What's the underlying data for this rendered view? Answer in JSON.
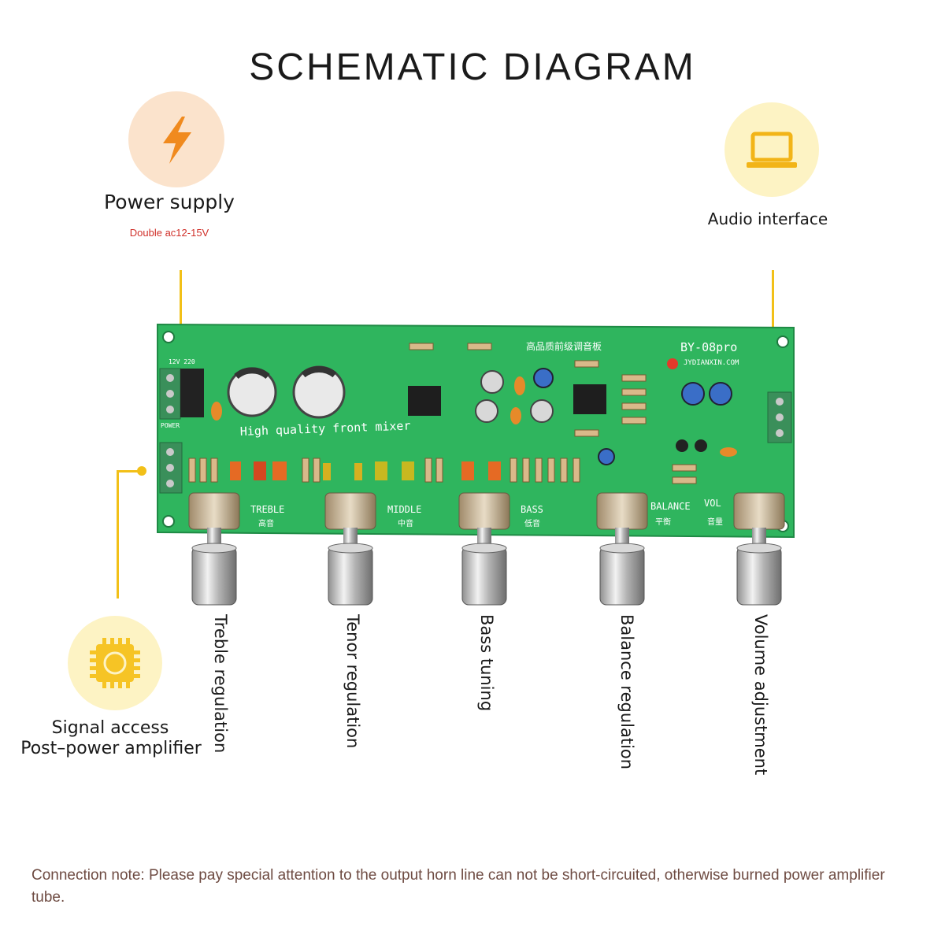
{
  "title": "SCHEMATIC DIAGRAM",
  "colors": {
    "accent_yellow": "#f2c018",
    "icon_orange": "#f08a1e",
    "peach_bg": "#fbe3cc",
    "yellow_bg": "#fdf3c4",
    "pcb_green": "#2fb55e",
    "note_color": "#6e4b42",
    "sub_red": "#d0302a"
  },
  "power": {
    "icon": "lightning-bolt-icon",
    "label": "Power supply",
    "sub": "Double ac12-15V"
  },
  "audio": {
    "icon": "laptop-icon",
    "label": "Audio interface"
  },
  "signal": {
    "icon": "chip-icon",
    "line1": "Signal access",
    "line2": "Post–power amplifier"
  },
  "board": {
    "model": "BY-08pro",
    "website": "JYDIANXIN.COM",
    "chinese_title": "高品质前级调音板",
    "slogan": "High quality front mixer",
    "power_mark": "POWER",
    "voltage_mark": "12V 220",
    "knob_marks": [
      {
        "en": "TREBLE",
        "cn": "高音"
      },
      {
        "en": "MIDDLE",
        "cn": "中音"
      },
      {
        "en": "BASS",
        "cn": "低音"
      },
      {
        "en": "BALANCE",
        "cn": "平衡"
      },
      {
        "en": "VOL",
        "cn": "音量"
      }
    ]
  },
  "knobs": [
    {
      "label": "Treble regulation"
    },
    {
      "label": "Tenor regulation"
    },
    {
      "label": "Bass tuning"
    },
    {
      "label": "Balance regulation"
    },
    {
      "label": "Volume adjustment"
    }
  ],
  "note": "Connection note: Please pay special attention to the output horn line can not be short-circuited, otherwise burned power amplifier tube."
}
